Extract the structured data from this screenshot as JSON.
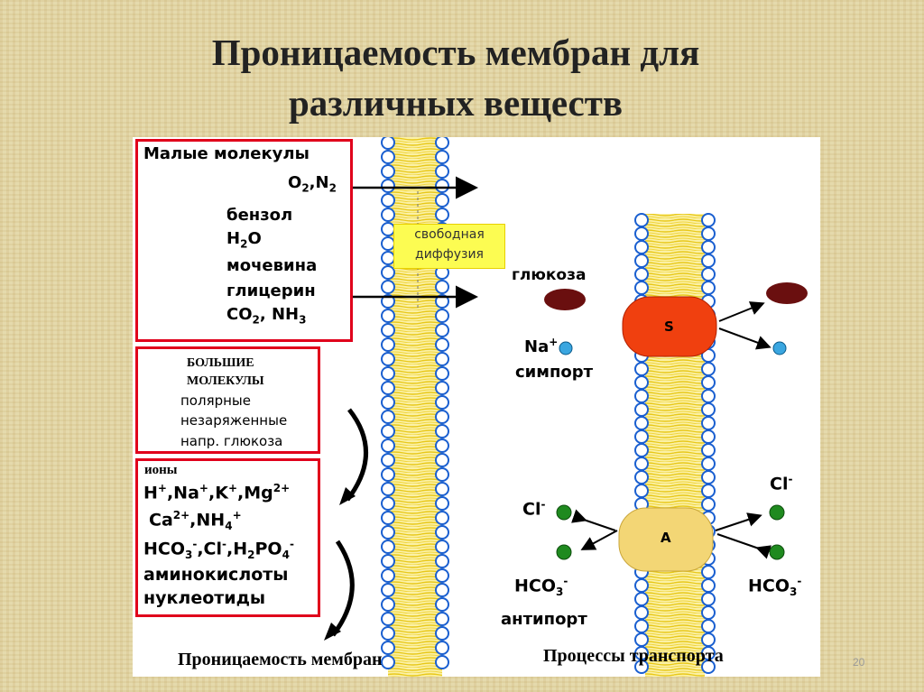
{
  "slide": {
    "title_line1": "Проницаемость мембран для",
    "title_line2": "различных веществ",
    "page_number": "20"
  },
  "small_molecules": {
    "heading": "Малые молекулы",
    "gases": "O2,N2",
    "items": [
      "бензол",
      "H2O",
      "мочевина",
      "глицерин",
      "CO2, NH3"
    ]
  },
  "free_diffusion": {
    "line1": "свободная",
    "line2": "диффузия"
  },
  "large_molecules": {
    "heading_line1": "БОЛЬШИЕ",
    "heading_line2": "МОЛЕКУЛЫ",
    "items": [
      "полярные",
      "незаряженные",
      "напр. глюкоза"
    ]
  },
  "ions": {
    "heading": "ионы",
    "line1": "H+,Na+,K+,Mg2+",
    "line2": "Ca2+,NH4+",
    "line3": "HCO3-,Cl-,H2PO4-",
    "line4": "аминокислоты",
    "line5": "нуклеотиды"
  },
  "symport": {
    "glucose": "глюкоза",
    "na": "Na+",
    "carrier": "S",
    "label": "симпорт"
  },
  "antiport": {
    "cl_left": "Cl-",
    "cl_right": "Cl-",
    "carrier": "A",
    "hco3_left": "HCO3-",
    "hco3_right": "HCO3-",
    "label": "антипорт"
  },
  "captions": {
    "left": "Проницаемость мембран",
    "right": "Процессы транспорта"
  },
  "colors": {
    "box_border": "#e0001b",
    "membrane_heads": "#1a5fd0",
    "tails": "#f2dc3a",
    "symport_carrier": "#f0400f",
    "antiport_carrier": "#f3d675",
    "ion_green": "#1f8a1f",
    "na_ion": "#3aa6e0",
    "glucose": "#6a0f0f"
  }
}
